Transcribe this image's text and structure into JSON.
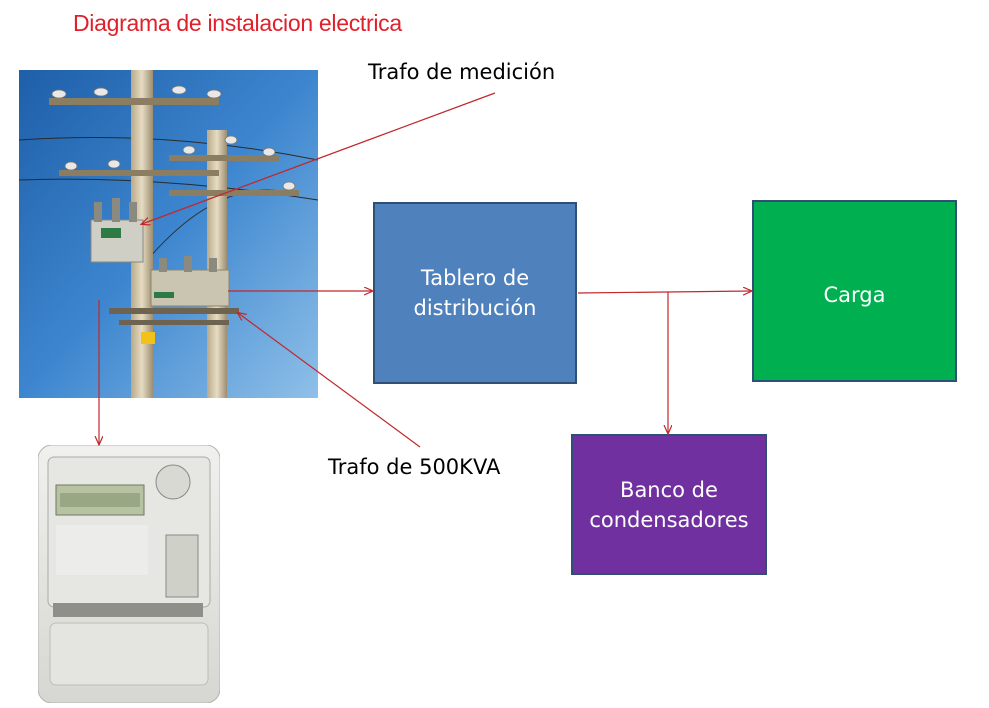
{
  "title": "Diagrama de instalacion electrica",
  "labels": {
    "trafo_medicion": "Trafo de medición",
    "trafo_500": "Trafo de 500KVA"
  },
  "boxes": {
    "tablero": {
      "text": "Tablero de\ndistribución",
      "color": "#4f81bd",
      "border": "#2f4f74"
    },
    "carga": {
      "text": "Carga",
      "color": "#00b050",
      "border": "#2f4f74"
    },
    "banco": {
      "text": "Banco de\ncondensadores",
      "color": "#7030a0",
      "border": "#2f4f74"
    }
  },
  "colors": {
    "title": "#e0202a",
    "arrow": "#c0282c"
  }
}
